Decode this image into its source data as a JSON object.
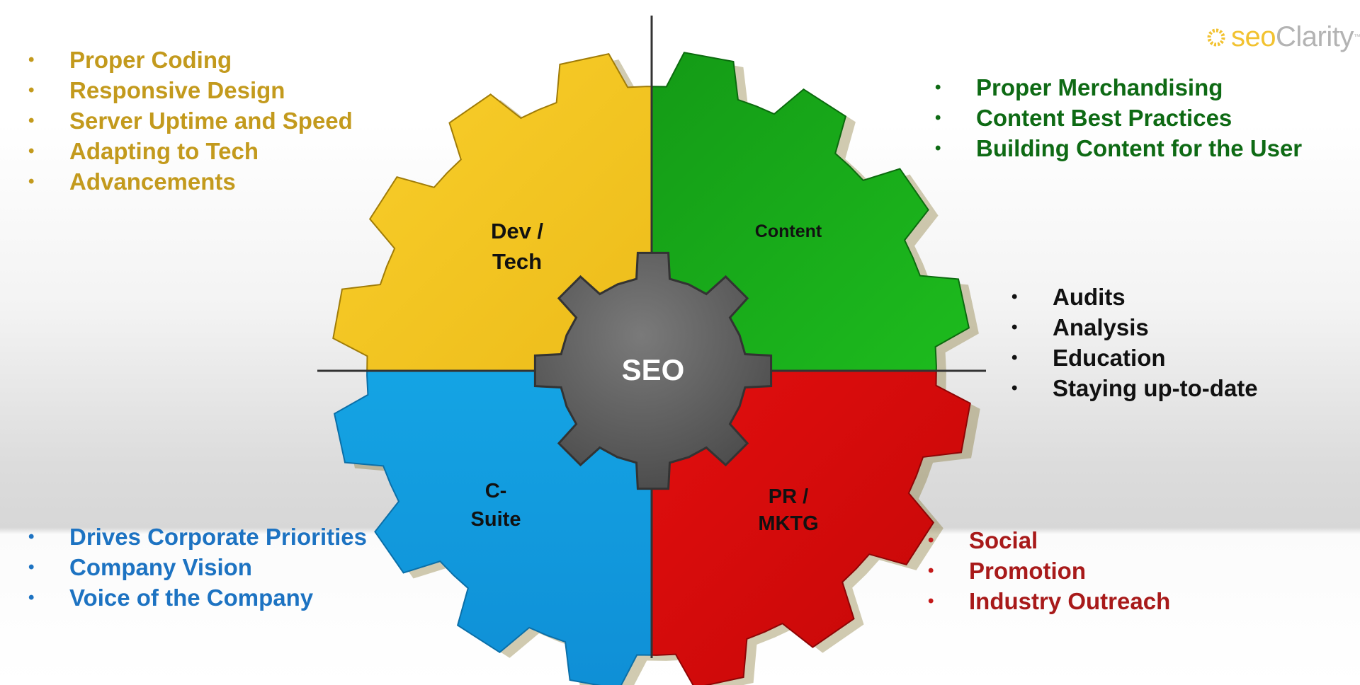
{
  "logo": {
    "seo": "seo",
    "clarity": "Clarity",
    "tm": "™",
    "mark_icon": "sun-gear-icon"
  },
  "center": {
    "label": "SEO",
    "color": "#616161"
  },
  "quadrants": {
    "dev_tech": {
      "line1": "Dev /",
      "line2": "Tech",
      "color": "#f5be12"
    },
    "content": {
      "label": "Content",
      "color": "#16b316"
    },
    "c_suite": {
      "line1": "C-",
      "line2": "Suite",
      "color": "#15aee8"
    },
    "pr_mktg": {
      "line1": "PR /",
      "line2": "MKTG",
      "color": "#e80f0f"
    }
  },
  "lists": {
    "dev_tech": [
      "Proper Coding",
      "Responsive Design",
      "Server Uptime and Speed",
      "Adapting to Tech",
      "Advancements"
    ],
    "content": [
      "Proper Merchandising",
      "Content Best Practices",
      "Building Content for the User"
    ],
    "seo": [
      "Audits",
      "Analysis",
      "Education",
      "Staying up-to-date"
    ],
    "c_suite": [
      "Drives Corporate Priorities",
      "Company Vision",
      "Voice of the Company"
    ],
    "pr_mktg": [
      "Social",
      "Promotion",
      "Industry Outreach"
    ]
  }
}
